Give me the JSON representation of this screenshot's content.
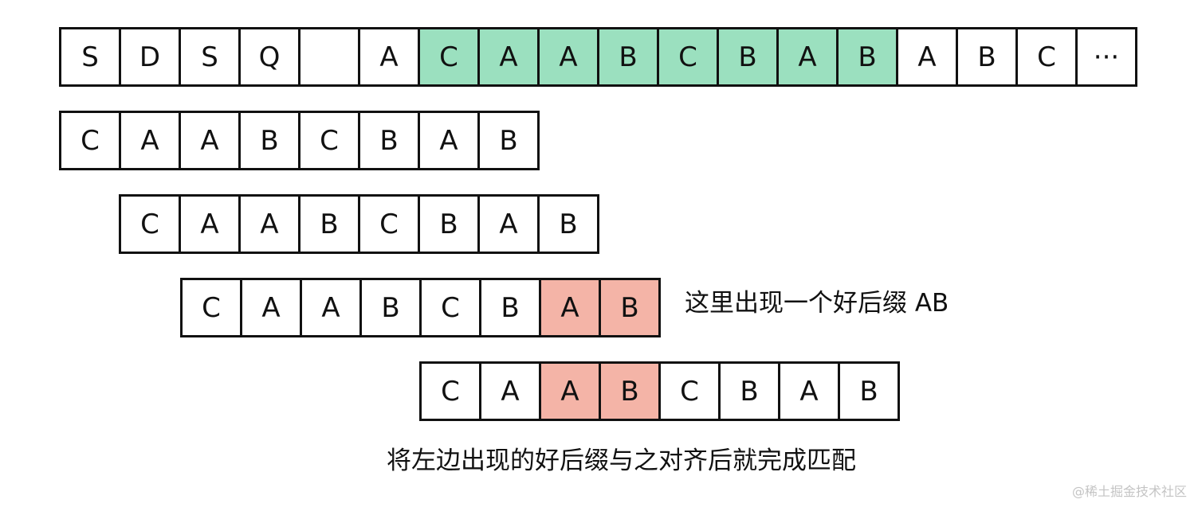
{
  "text_row": {
    "cells": [
      "S",
      "D",
      "S",
      "Q",
      "",
      "A",
      "C",
      "A",
      "A",
      "B",
      "C",
      "B",
      "A",
      "B",
      "A",
      "B",
      "C",
      "···"
    ],
    "highlight_green": [
      6,
      7,
      8,
      9,
      10,
      11,
      12,
      13
    ]
  },
  "pattern_rows": [
    {
      "cells": [
        "C",
        "A",
        "A",
        "B",
        "C",
        "B",
        "A",
        "B"
      ],
      "highlight_red": []
    },
    {
      "cells": [
        "C",
        "A",
        "A",
        "B",
        "C",
        "B",
        "A",
        "B"
      ],
      "highlight_red": []
    },
    {
      "cells": [
        "C",
        "A",
        "A",
        "B",
        "C",
        "B",
        "A",
        "B"
      ],
      "highlight_red": [
        6,
        7
      ]
    },
    {
      "cells": [
        "C",
        "A",
        "A",
        "B",
        "C",
        "B",
        "A",
        "B"
      ],
      "highlight_red": [
        2,
        3
      ]
    }
  ],
  "annotations": {
    "good_suffix": "这里出现一个好后缀 AB",
    "align_note": "将左边出现的好后缀与之对齐后就完成匹配"
  },
  "watermark": "@稀土掘金技术社区",
  "colors": {
    "green": "#9be0bf",
    "red": "#f4b4a7",
    "stroke": "#111111"
  }
}
